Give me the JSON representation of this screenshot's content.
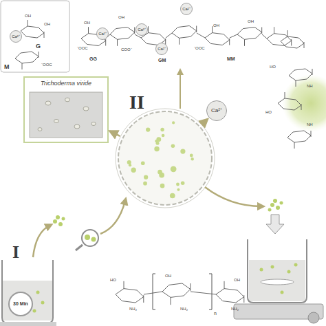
{
  "diagram": {
    "nodes": [
      {
        "text": [
          "Trichoderma viride"
        ]
      },
      {
        "text": [
          "II"
        ]
      },
      {
        "text": [
          "Ca²⁺"
        ]
      },
      {
        "text": [
          "30 Min"
        ]
      },
      {
        "text": [
          "Ca²⁺"
        ]
      },
      {
        "text": [
          "Ca²⁺"
        ]
      },
      {
        "text": [
          "Ca²⁺"
        ]
      },
      {
        "text": [
          "Ca²⁺"
        ]
      },
      {
        "text": [
          "Ca²⁺"
        ]
      }
    ],
    "edges": [
      {
        "from": 1,
        "to": 0,
        "arrow": "to"
      },
      {
        "from": 1,
        "to": 2,
        "arrow": "to"
      }
    ],
    "labels": [
      "I",
      "G",
      "M",
      "GG",
      "GM",
      "MM",
      "OH",
      "OH",
      "⁻OOC",
      "OH",
      "OH",
      "⁻OOC",
      "COO⁻",
      "⁻OOC",
      "OH",
      "OH",
      "HO",
      "HO",
      "NH",
      "NH",
      "HO",
      "OH",
      "OH",
      "NH₂",
      "NH₂",
      "NH₂",
      "n"
    ]
  }
}
